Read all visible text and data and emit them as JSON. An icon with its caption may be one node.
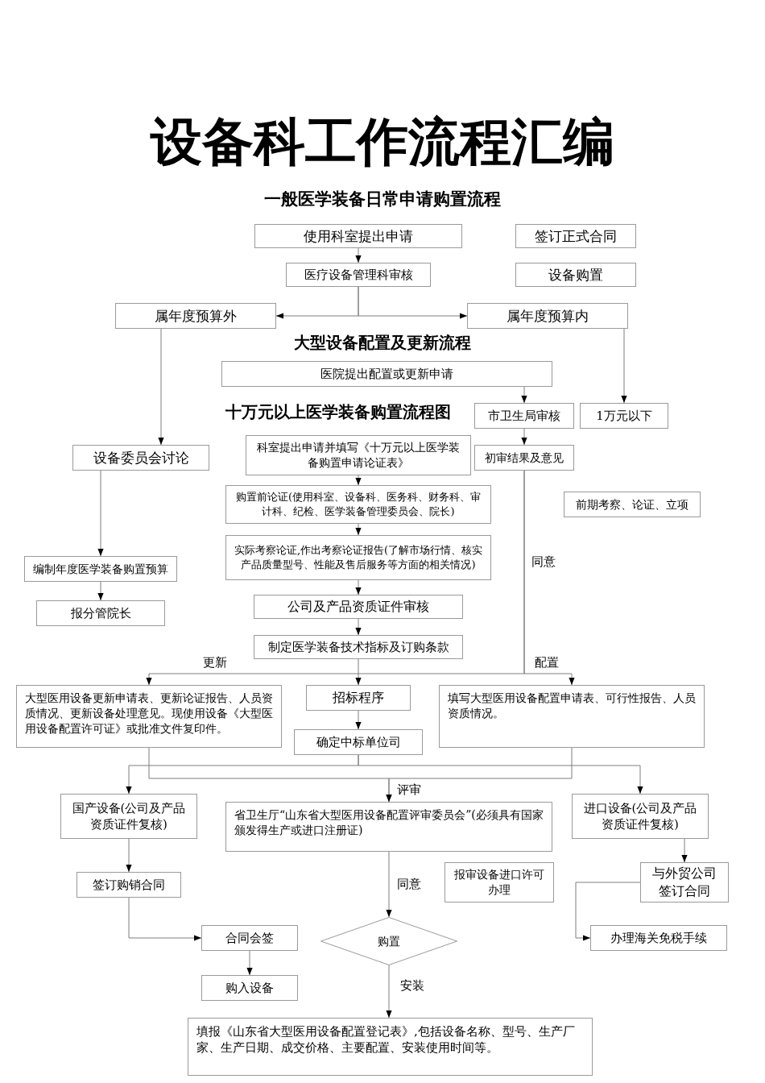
{
  "diagram": {
    "title": "设备科工作流程汇编",
    "nodes": [
      {
        "text": [
          "使用科室提出申请"
        ]
      },
      {
        "text": [
          "签订正式合同"
        ]
      },
      {
        "text": [
          "医疗设备管理科审核"
        ]
      },
      {
        "text": [
          "设备购置"
        ]
      },
      {
        "text": [
          "属年度预算外"
        ]
      },
      {
        "text": [
          "属年度预算内"
        ]
      },
      {
        "text": [
          "医院提出配置或更新申请"
        ]
      },
      {
        "text": [
          "市卫生局审核"
        ]
      },
      {
        "text": [
          "1万元以下"
        ]
      },
      {
        "text": [
          "科室提出申请并填写《十万元以上医学装备购置申请论证表》"
        ]
      },
      {
        "text": [
          "设备委员会讨论"
        ]
      },
      {
        "text": [
          "初审结果及意见"
        ]
      },
      {
        "text": [
          "前期考察、论证、立项"
        ]
      },
      {
        "text": [
          "购置前论证(使用科室、设备科、医务科、财务科、审计科、纪检、医学装备管理委员会、院长)"
        ]
      },
      {
        "text": [
          "实际考察论证,作出考察论证报告(了解市场行情、核实产品质量型号、性能及售后服务等方面的相关情况)"
        ]
      },
      {
        "text": [
          "编制年度医学装备购置预算"
        ]
      },
      {
        "text": [
          "报分管院长"
        ]
      },
      {
        "text": [
          "公司及产品资质证件审核"
        ]
      },
      {
        "text": [
          "制定医学装备技术指标及订购条款"
        ]
      },
      {
        "text": [
          "大型医用设备更新申请表、更新论证报告、人员资质情况、更新设备处理意见。现使用设备《大型医用设备配置许可证》或批准文件复印件。"
        ]
      },
      {
        "text": [
          "填写大型医用设备配置申请表、可行性报告、人员资质情况。"
        ]
      },
      {
        "text": [
          "招标程序"
        ]
      },
      {
        "text": [
          "确定中标单位司"
        ]
      },
      {
        "text": [
          "国产设备(公司及产品资质证件复核)"
        ]
      },
      {
        "text": [
          "省卫生厅“山东省大型医用设备配置评审委员会”(必须具有国家颁发得生产或进口注册证)"
        ]
      },
      {
        "text": [
          "进口设备(公司及产品资质证件复核)"
        ]
      },
      {
        "text": [
          "签订购销合同"
        ]
      },
      {
        "text": [
          "报审设备进口许可办理"
        ]
      },
      {
        "text": [
          "与外贸公司签订合同"
        ]
      },
      {
        "text": [
          "合同会签"
        ]
      },
      {
        "text": [
          "购置"
        ]
      },
      {
        "text": [
          "办理海关免税手续"
        ]
      },
      {
        "text": [
          "购入设备"
        ]
      },
      {
        "text": [
          "填报《山东省大型医用设备配置登记表》,包括设备名称、型号、生产厂家、生产日期、成交价格、主要配置、安装使用时间等。"
        ]
      }
    ],
    "edges": [
      {
        "from": 0,
        "to": 2,
        "arrow": "to"
      },
      {
        "from": 2,
        "to": 4,
        "arrow": "to"
      },
      {
        "from": 2,
        "to": 5,
        "arrow": "to"
      },
      {
        "from": 4,
        "to": 10,
        "arrow": "to"
      },
      {
        "from": 5,
        "to": 8,
        "arrow": "to"
      },
      {
        "from": 6,
        "to": 7,
        "arrow": "to"
      },
      {
        "from": 7,
        "to": 11,
        "arrow": "to"
      },
      {
        "from": 9,
        "to": 13,
        "arrow": "to"
      },
      {
        "from": 13,
        "to": 14,
        "arrow": "to"
      },
      {
        "from": 10,
        "to": 15,
        "arrow": "to"
      },
      {
        "from": 15,
        "to": 16,
        "arrow": "to"
      },
      {
        "from": 14,
        "to": 17,
        "arrow": "to"
      },
      {
        "from": 17,
        "to": 18,
        "arrow": "to"
      },
      {
        "from": 11,
        "to": 19,
        "arrow": "to",
        "label": "更新"
      },
      {
        "from": 11,
        "to": 20,
        "arrow": "to",
        "label": "配置"
      },
      {
        "from": 18,
        "to": 21,
        "arrow": "to"
      },
      {
        "from": 21,
        "to": 22,
        "arrow": "to"
      },
      {
        "from": 22,
        "to": 23,
        "arrow": "to"
      },
      {
        "from": 22,
        "to": 25,
        "arrow": "to"
      },
      {
        "from": 19,
        "to": 24,
        "arrow": "to",
        "label": "评审"
      },
      {
        "from": 20,
        "to": 24,
        "arrow": "to"
      },
      {
        "from": 23,
        "to": 26,
        "arrow": "to"
      },
      {
        "from": 25,
        "to": 28,
        "arrow": "to"
      },
      {
        "from": 26,
        "to": 29,
        "arrow": "to"
      },
      {
        "from": 28,
        "to": 31,
        "arrow": "to"
      },
      {
        "from": 24,
        "to": 30,
        "arrow": "to",
        "label": "同意"
      },
      {
        "from": 29,
        "to": 32,
        "arrow": "to"
      },
      {
        "from": 30,
        "to": 33,
        "arrow": "to",
        "label": "安装"
      }
    ],
    "labels": [
      "一般医学装备日常申请购置流程",
      "大型设备配置及更新流程",
      "十万元以上医学装备购置流程图",
      "同意"
    ]
  }
}
